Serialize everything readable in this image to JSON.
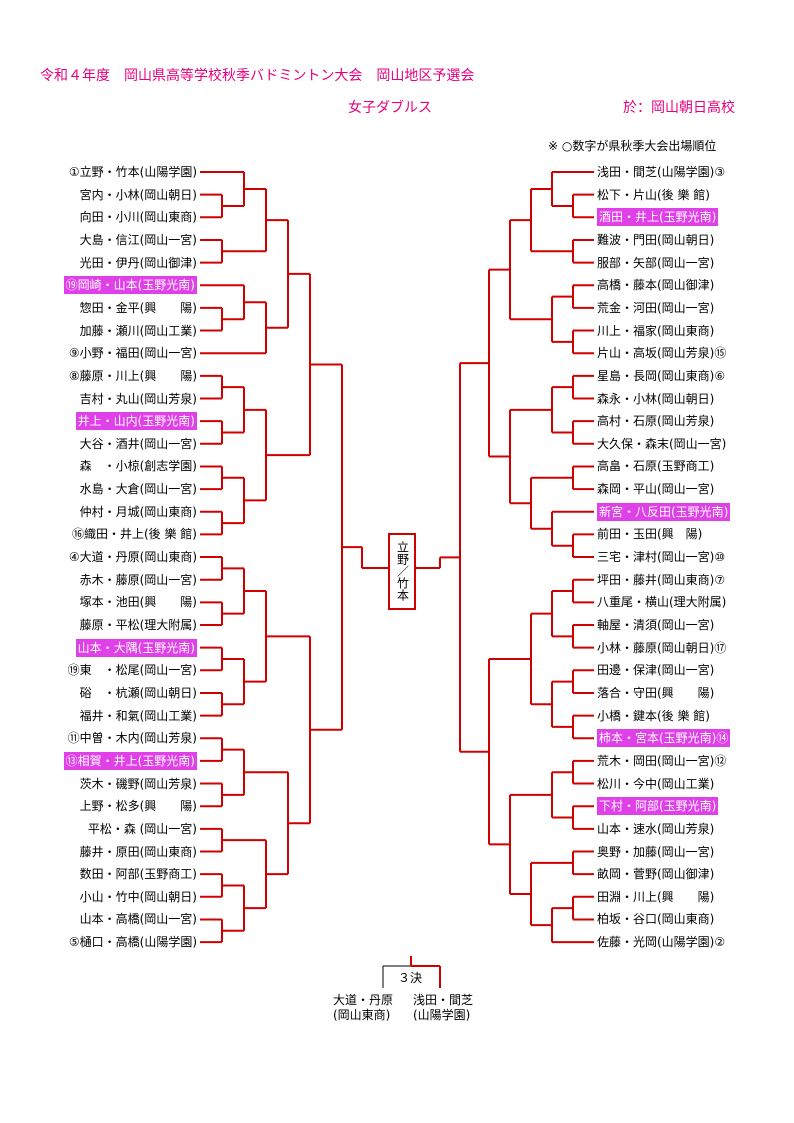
{
  "header": {
    "title": "令和４年度　岡山県高等学校秋季バドミントン大会　岡山地区予選会",
    "event": "女子ダブルス",
    "venue": "於：岡山朝日高校",
    "note": "※ ○数字が県秋季大会出場順位"
  },
  "bracket": {
    "line_color": "#d10000",
    "highlight_color": "#e040e8",
    "left_entries": [
      {
        "text": "①立野・竹本(山陽学園)",
        "hl": false
      },
      {
        "text": "宮内・小林(岡山朝日)",
        "hl": false
      },
      {
        "text": "向田・小川(岡山東商)",
        "hl": false
      },
      {
        "text": "大島・信江(岡山一宮)",
        "hl": false
      },
      {
        "text": "光田・伊丹(岡山御津)",
        "hl": false
      },
      {
        "text": "⑲岡崎・山本(玉野光南)",
        "hl": true
      },
      {
        "text": "惣田・金平(興　　陽)",
        "hl": false
      },
      {
        "text": "加藤・瀬川(岡山工業)",
        "hl": false
      },
      {
        "text": "⑨小野・福田(岡山一宮)",
        "hl": false
      },
      {
        "text": "⑧藤原・川上(興　　陽)",
        "hl": false
      },
      {
        "text": "吉村・丸山(岡山芳泉)",
        "hl": false
      },
      {
        "text": "井上・山内(玉野光南)",
        "hl": true
      },
      {
        "text": "大谷・酒井(岡山一宮)",
        "hl": false
      },
      {
        "text": "森　・小椋(創志学園)",
        "hl": false
      },
      {
        "text": "水島・大倉(岡山一宮)",
        "hl": false
      },
      {
        "text": "仲村・月城(岡山東商)",
        "hl": false
      },
      {
        "text": "⑯織田・井上(後 樂 館)",
        "hl": false
      },
      {
        "text": "④大道・丹原(岡山東商)",
        "hl": false
      },
      {
        "text": "赤木・藤原(岡山一宮)",
        "hl": false
      },
      {
        "text": "塚本・池田(興　　陽)",
        "hl": false
      },
      {
        "text": "藤原・平松(理大附属)",
        "hl": false
      },
      {
        "text": "山本・大隅(玉野光南)",
        "hl": true
      },
      {
        "text": "⑲東　・松尾(岡山一宮)",
        "hl": false
      },
      {
        "text": "硲　・杭瀬(岡山朝日)",
        "hl": false
      },
      {
        "text": "福井・和氣(岡山工業)",
        "hl": false
      },
      {
        "text": "⑪中曽・木内(岡山芳泉)",
        "hl": false
      },
      {
        "text": "⑬相賀・井上(玉野光南)",
        "hl": true
      },
      {
        "text": "茨木・磯野(岡山芳泉)",
        "hl": false
      },
      {
        "text": "上野・松多(興　　陽)",
        "hl": false
      },
      {
        "text": "平松・森 (岡山一宮)",
        "hl": false
      },
      {
        "text": "藤井・原田(岡山東商)",
        "hl": false
      },
      {
        "text": "数田・阿部(玉野商工)",
        "hl": false
      },
      {
        "text": "小山・竹中(岡山朝日)",
        "hl": false
      },
      {
        "text": "山本・高橋(岡山一宮)",
        "hl": false
      },
      {
        "text": "⑤樋口・高橋(山陽学園)",
        "hl": false
      }
    ],
    "right_entries": [
      {
        "text": "浅田・間芝(山陽学園)③",
        "hl": false
      },
      {
        "text": "松下・片山(後 樂 館)",
        "hl": false
      },
      {
        "text": "酒田・井上(玉野光南)",
        "hl": true
      },
      {
        "text": "難波・門田(岡山朝日)",
        "hl": false
      },
      {
        "text": "服部・矢部(岡山一宮)",
        "hl": false
      },
      {
        "text": "高橋・藤本(岡山御津)",
        "hl": false
      },
      {
        "text": "荒金・河田(岡山一宮)",
        "hl": false
      },
      {
        "text": "川上・福家(岡山東商)",
        "hl": false
      },
      {
        "text": "片山・高坂(岡山芳泉)⑮",
        "hl": false
      },
      {
        "text": "星島・長岡(岡山東商)⑥",
        "hl": false
      },
      {
        "text": "森永・小林(岡山朝日)",
        "hl": false
      },
      {
        "text": "高村・石原(岡山芳泉)",
        "hl": false
      },
      {
        "text": "大久保・森末(岡山一宮)",
        "hl": false
      },
      {
        "text": "高畠・石原(玉野商工)",
        "hl": false
      },
      {
        "text": "森岡・平山(岡山一宮)",
        "hl": false
      },
      {
        "text": "新宮・八反田(玉野光南)",
        "hl": true
      },
      {
        "text": "前田・玉田(興　陽)",
        "hl": false
      },
      {
        "text": "三宅・津村(岡山一宮)⑩",
        "hl": false
      },
      {
        "text": "坪田・藤井(岡山東商)⑦",
        "hl": false
      },
      {
        "text": "八重尾・横山(理大附属)",
        "hl": false
      },
      {
        "text": "軸屋・清須(岡山一宮)",
        "hl": false
      },
      {
        "text": "小林・藤原(岡山朝日)⑰",
        "hl": false
      },
      {
        "text": "田邊・保津(岡山一宮)",
        "hl": false
      },
      {
        "text": "落合・守田(興　　陽)",
        "hl": false
      },
      {
        "text": "小橋・鍵本(後 樂 館)",
        "hl": false
      },
      {
        "text": "柿本・宮本(玉野光南)⑭",
        "hl": true
      },
      {
        "text": "荒木・岡田(岡山一宮)⑫",
        "hl": false
      },
      {
        "text": "松川・今中(岡山工業)",
        "hl": false
      },
      {
        "text": "下村・阿部(玉野光南)",
        "hl": true
      },
      {
        "text": "山本・速水(岡山芳泉)",
        "hl": false
      },
      {
        "text": "奥野・加藤(岡山一宮)",
        "hl": false
      },
      {
        "text": "畝岡・菅野(岡山御津)",
        "hl": false
      },
      {
        "text": "田淵・川上(興　　陽)",
        "hl": false
      },
      {
        "text": "柏坂・谷口(岡山東商)",
        "hl": false
      },
      {
        "text": "佐藤・光岡(山陽学園)②",
        "hl": false
      }
    ],
    "champion": "立野／竹本",
    "third_place": {
      "label": "３決",
      "left_names": "大道・丹原",
      "left_school": "(岡山東商)",
      "right_names": "浅田・間芝",
      "right_school": "(山陽学園)"
    }
  }
}
